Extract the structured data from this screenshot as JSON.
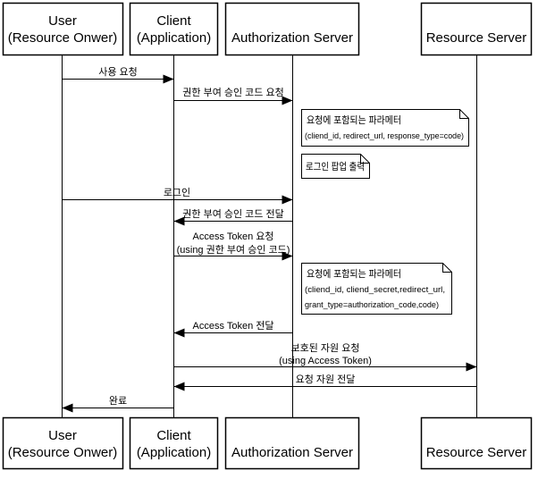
{
  "participants": [
    {
      "lines": [
        "User",
        "(Resource Onwer)"
      ]
    },
    {
      "lines": [
        "Client",
        "(Application)"
      ]
    },
    {
      "lines": [
        "Authorization Server"
      ]
    },
    {
      "lines": [
        "Resource Server"
      ]
    }
  ],
  "messages": [
    {
      "from": "User",
      "to": "Client",
      "label": "사용 요청"
    },
    {
      "from": "Client",
      "to": "Authorization Server",
      "label": "권한 부여 승인 코드 요청"
    },
    {
      "from": "User",
      "to": "Authorization Server",
      "label": "로그인"
    },
    {
      "from": "Authorization Server",
      "to": "Client",
      "label": "권한 부여 승인 코드 전달"
    },
    {
      "from": "Client",
      "to": "Authorization Server",
      "label": "Access Token 요청",
      "sublabel": "(using 권한 부여 승인 코드)"
    },
    {
      "from": "Authorization Server",
      "to": "Client",
      "label": "Access Token 전달"
    },
    {
      "from": "Client",
      "to": "Resource Server",
      "label": "보호된 자원 요청",
      "sublabel": "(using Access Token)"
    },
    {
      "from": "Resource Server",
      "to": "Client",
      "label": "요청 자원 전달"
    },
    {
      "from": "Client",
      "to": "User",
      "label": "완료"
    }
  ],
  "notes": [
    {
      "lines": [
        "요청에 포함되는 파라메터",
        "(cliend_id, redirect_url, response_type=code)"
      ]
    },
    {
      "lines": [
        "로그인 팝업 출력"
      ]
    },
    {
      "lines": [
        "요청에 포함되는 파라메터",
        "(cliend_id, cliend_secret,redirect_url,",
        "grant_type=authorization_code,code)"
      ]
    }
  ],
  "colors": {
    "stroke": "#000000",
    "fill": "#ffffff",
    "background": "#ffffff"
  }
}
